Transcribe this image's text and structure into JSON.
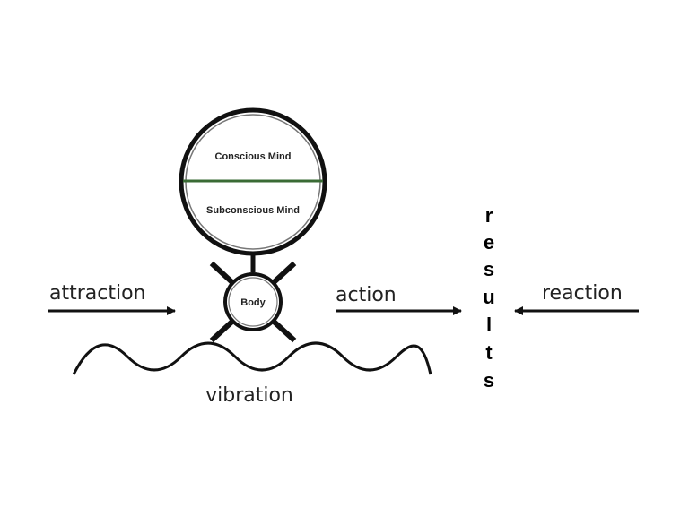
{
  "diagram": {
    "mind": {
      "conscious_label": "Conscious Mind",
      "subconscious_label": "Subconscious Mind"
    },
    "body_label": "Body",
    "attraction_label": "attraction",
    "action_label": "action",
    "reaction_label": "reaction",
    "vibration_label": "vibration",
    "results_letters": [
      "r",
      "e",
      "s",
      "u",
      "l",
      "t",
      "s"
    ],
    "colors": {
      "stroke": "#111111",
      "divider": "#3a6b35",
      "text": "#222222"
    }
  }
}
